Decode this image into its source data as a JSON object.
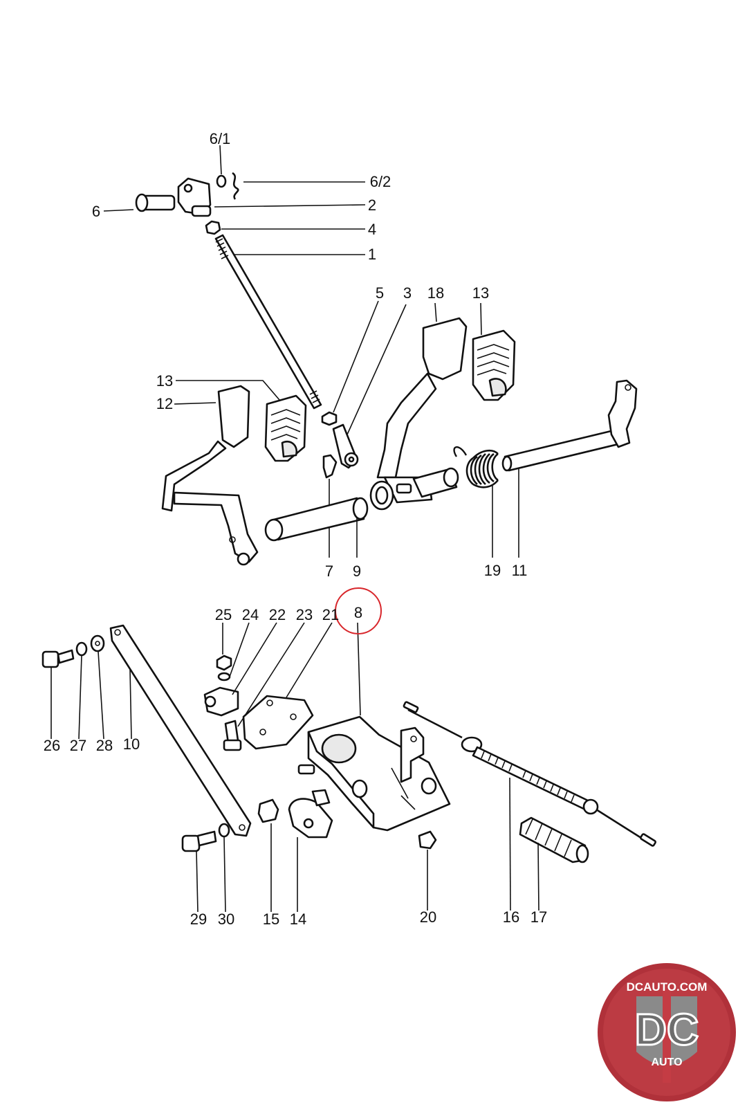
{
  "callouts": {
    "p1": "1",
    "p2": "2",
    "p3": "3",
    "p4": "4",
    "p5": "5",
    "p6": "6",
    "p6_1": "6/1",
    "p6_2": "6/2",
    "p7": "7",
    "p8": "8",
    "p9": "9",
    "p10": "10",
    "p11": "11",
    "p12": "12",
    "p13a": "13",
    "p13b": "13",
    "p14": "14",
    "p15": "15",
    "p16": "16",
    "p17": "17",
    "p18": "18",
    "p19": "19",
    "p20": "20",
    "p21": "21",
    "p22": "22",
    "p23": "23",
    "p24": "24",
    "p25": "25",
    "p26": "26",
    "p27": "27",
    "p28": "28",
    "p29": "29",
    "p30": "30"
  },
  "highlight": {
    "target": "8",
    "color": "#d8262b"
  },
  "watermark": {
    "site": "DCAUTO.COM",
    "mark": "DC",
    "sub": "AUTO",
    "colors": {
      "red": "#b0313a",
      "gray": "#7b7b7b"
    }
  }
}
